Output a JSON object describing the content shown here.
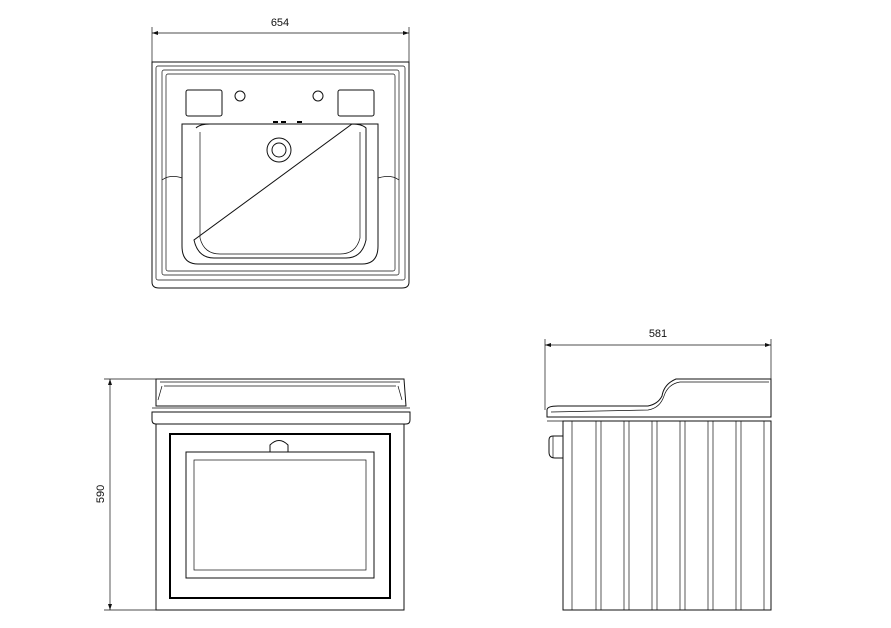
{
  "dimensions": {
    "top_width": "654",
    "side_depth": "581",
    "front_height": "590"
  },
  "colors": {
    "line": "#111111",
    "background": "#ffffff"
  }
}
